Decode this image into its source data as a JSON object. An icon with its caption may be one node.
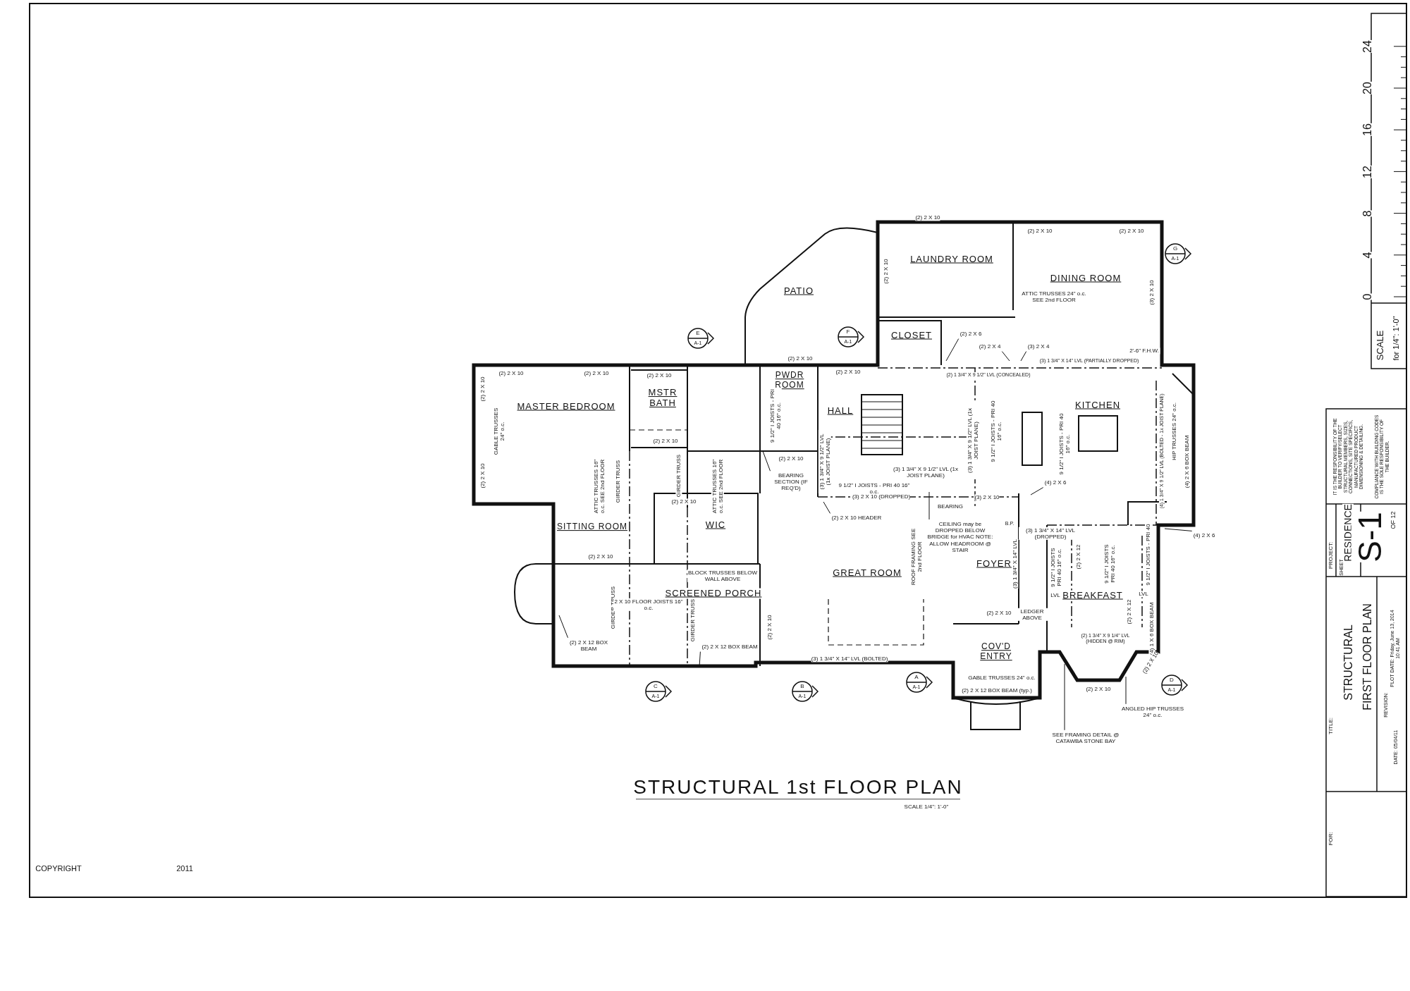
{
  "diagram": {
    "title": "STRUCTURAL 1st FLOOR PLAN",
    "nodes": [
      {
        "text": [
          "PATIO"
        ]
      },
      {
        "text": [
          "LAUNDRY ROOM"
        ]
      },
      {
        "text": [
          "DINING ROOM"
        ]
      },
      {
        "text": [
          "CLOSET"
        ]
      },
      {
        "text": [
          "MASTER BEDROOM"
        ]
      },
      {
        "text": [
          "MSTR BATH"
        ]
      },
      {
        "text": [
          "PWDR ROOM"
        ]
      },
      {
        "text": [
          "HALL"
        ]
      },
      {
        "text": [
          "KITCHEN"
        ]
      },
      {
        "text": [
          "SITTING ROOM"
        ]
      },
      {
        "text": [
          "WIC"
        ]
      },
      {
        "text": [
          "GREAT ROOM"
        ]
      },
      {
        "text": [
          "FOYER"
        ]
      },
      {
        "text": [
          "SCREENED PORCH"
        ]
      },
      {
        "text": [
          "BREAKFAST"
        ]
      },
      {
        "text": [
          "COV'D ENTRY"
        ]
      },
      {
        "text": [
          "BEARING SECTION (IF REQ'D)"
        ]
      },
      {
        "text": [
          "(2) 2 X 6"
        ]
      },
      {
        "text": [
          "(2) 2 X 4"
        ]
      },
      {
        "text": [
          "(3) 2 X 4"
        ]
      },
      {
        "text": [
          "(4) 2 X 6"
        ]
      },
      {
        "text": [
          "(2) 2 X 10 HEADER"
        ]
      },
      {
        "text": [
          "CEILING may be DROPPED BELOW BRIDGE for HVAC NOTE: ALLOW HEADROOM @ STAIR"
        ]
      },
      {
        "text": [
          "(4) 2 X 6"
        ]
      },
      {
        "text": [
          "ANGLED HIP TRUSSES 24\" o.c."
        ]
      },
      {
        "text": [
          "SEE FRAMING DETAIL @ CATAWBA STONE BAY"
        ]
      },
      {
        "text": [
          "(2) 2 X 12 BOX BEAM"
        ]
      },
      {
        "text": [
          "(2) 2 X 12 BOX BEAM"
        ]
      }
    ],
    "edges": [
      {
        "from": 16,
        "to": null,
        "arrow": "none"
      },
      {
        "from": 17,
        "to": null,
        "arrow": "none"
      },
      {
        "from": 18,
        "to": null,
        "arrow": "none"
      },
      {
        "from": 19,
        "to": null,
        "arrow": "none"
      },
      {
        "from": 20,
        "to": null,
        "arrow": "none"
      },
      {
        "from": 21,
        "to": null,
        "arrow": "none"
      },
      {
        "from": 22,
        "to": null,
        "arrow": "none"
      },
      {
        "from": 23,
        "to": null,
        "arrow": "none"
      },
      {
        "from": 24,
        "to": null,
        "arrow": "none"
      },
      {
        "from": 25,
        "to": null,
        "arrow": "none"
      },
      {
        "from": 26,
        "to": null,
        "arrow": "none"
      },
      {
        "from": 27,
        "to": null,
        "arrow": "none"
      }
    ],
    "labels": [
      "E",
      "A-1",
      "F",
      "A-1",
      "G",
      "A-1",
      "(2) 2 X 10",
      "(2) 2 X 10",
      "(2) 2 X 10",
      "(2) 2 X 10",
      "ATTIC TRUSSES 24\" o.c. SEE 2nd FLOOR",
      "(3) 2 X 10",
      "2'-6\" F.H.W.",
      "(2) 2 X 10",
      "(2) 2 X 10",
      "(2) 1 3/4\" X 9 1/2\" LVL (CONCEALED)",
      "(3) 1 3/4\" X 14\" LVL (PARTIALLY DROPPED)",
      "(2) 2 X 10",
      "(2) 2 X 10",
      "(2) 2 X 10",
      "(2) 2 X 10",
      "GABLE TRUSSES 24\" o.c.",
      "9 1/2\" I JOISTS - PRI 40 16\" o.c.",
      "(2) 2 X 10",
      "(2) 2 X 10",
      "ATTIC TRUSSES 16\" o.c. SEE 2nd FLOOR",
      "GIRDER TRUSS",
      "GIRDER TRUSS",
      "ATTIC TRUSSES 16\" o.c. SEE 2nd FLOOR",
      "(3) 1 3/4\" X 9 1/2\" LVL (1x JOIST PLANE)",
      "(3) 1 3/4\" X 9 1/2\" LVL (1x JOIST PLANE)",
      "9 1/2\" I JOISTS - PRI 40 16\" o.c.",
      "(3) 1 3/4\" X 9 1/2\" LVL (1x JOIST PLANE)",
      "9 1/2\" I JOISTS - PRI 40 16\" o.c.",
      "(4) 1 3/4\" X 9 1/2\" LVL (BOLTED - 1x JOIST PLANE)",
      "HIP TRUSSES 24\" o.c.",
      "(4) 2 X 6 BOX BEAM",
      "(2) 2 X 10",
      "9 1/2\" I JOISTS - PRI 40 16\" o.c.",
      "BEARING",
      "(3) 2 X 10 (DROPPED)",
      "(3) 2 X 10",
      "(2) 2 X 10",
      "9 1/2\" I JOISTS - PRI 40",
      "(3) 1 3/4\" X 14\" LVL (DROPPED)",
      "B.P.",
      "(2) 2 X 10",
      "ROOF FRAMING SEE 2nd FLOOR",
      "(3) 1 3/4\" X 14\" LVL",
      "9 1/2\" I JOISTS PRI 40 16\" o.c.",
      "(2) 2 X 12",
      "9 1/2\" I JOISTS PRI 40 16\" o.c.",
      "BLOCK TRUSSES BELOW WALL ABOVE",
      "GIRDER TRUSS",
      "2 X 10 FLOOR JOISTS 16\" o.c.",
      "GIRDER TRUSS",
      "(2) 2 X 10",
      "(2) 2 X 10",
      "LEDGER ABOVE",
      "LVL",
      "(2) 2 X 12",
      "LVL",
      "(4) 1 X 6 BOX BEAM",
      "(3) 1 3/4\" X 14\" LVL (BOLTED)",
      "(2) 1 3/4\" X 9 1/4\" LVL (HIDDEN @ RIM)",
      "GABLE TRUSSES 24\" o.c.",
      "(2) 2 X 10",
      "(2) 2 X 10",
      "A",
      "A-1",
      "D",
      "A-1",
      "C",
      "A-1",
      "B",
      "A-1",
      "(2) 2 X 12 BOX BEAM (typ.)",
      "SCALE 1/4\": 1'-0\"",
      "COPYRIGHT",
      "2011",
      "IT IS THE RESPONSIBILITY OF THE BUILDER TO VERIFY/SELECT STRUCTURAL MEMBERS, SIZES, CONNECTIONS, SITE SPECIFICS, MANUFACTURED PRODUCT DIMENSIONING & DETAILING.",
      "COMPLIANCE WITH BUILDING CODES IS THE SOLE RESPONSIBILITY OF THE BUILDER.",
      "PROJECT:",
      "RESIDENCE",
      "SHEET",
      "S-1",
      "OF 12",
      "TITLE:",
      "STRUCTURAL",
      "FIRST FLOOR PLAN",
      "REVISION:",
      "PLOT DATE: Friday, June 13, 2014 10:41 AM",
      "DATE: 05/04/11",
      "FOR:",
      "SCALE",
      "for 1/4\": 1'-0\"",
      "0",
      "4",
      "8",
      "12",
      "16",
      "20",
      "24"
    ]
  }
}
